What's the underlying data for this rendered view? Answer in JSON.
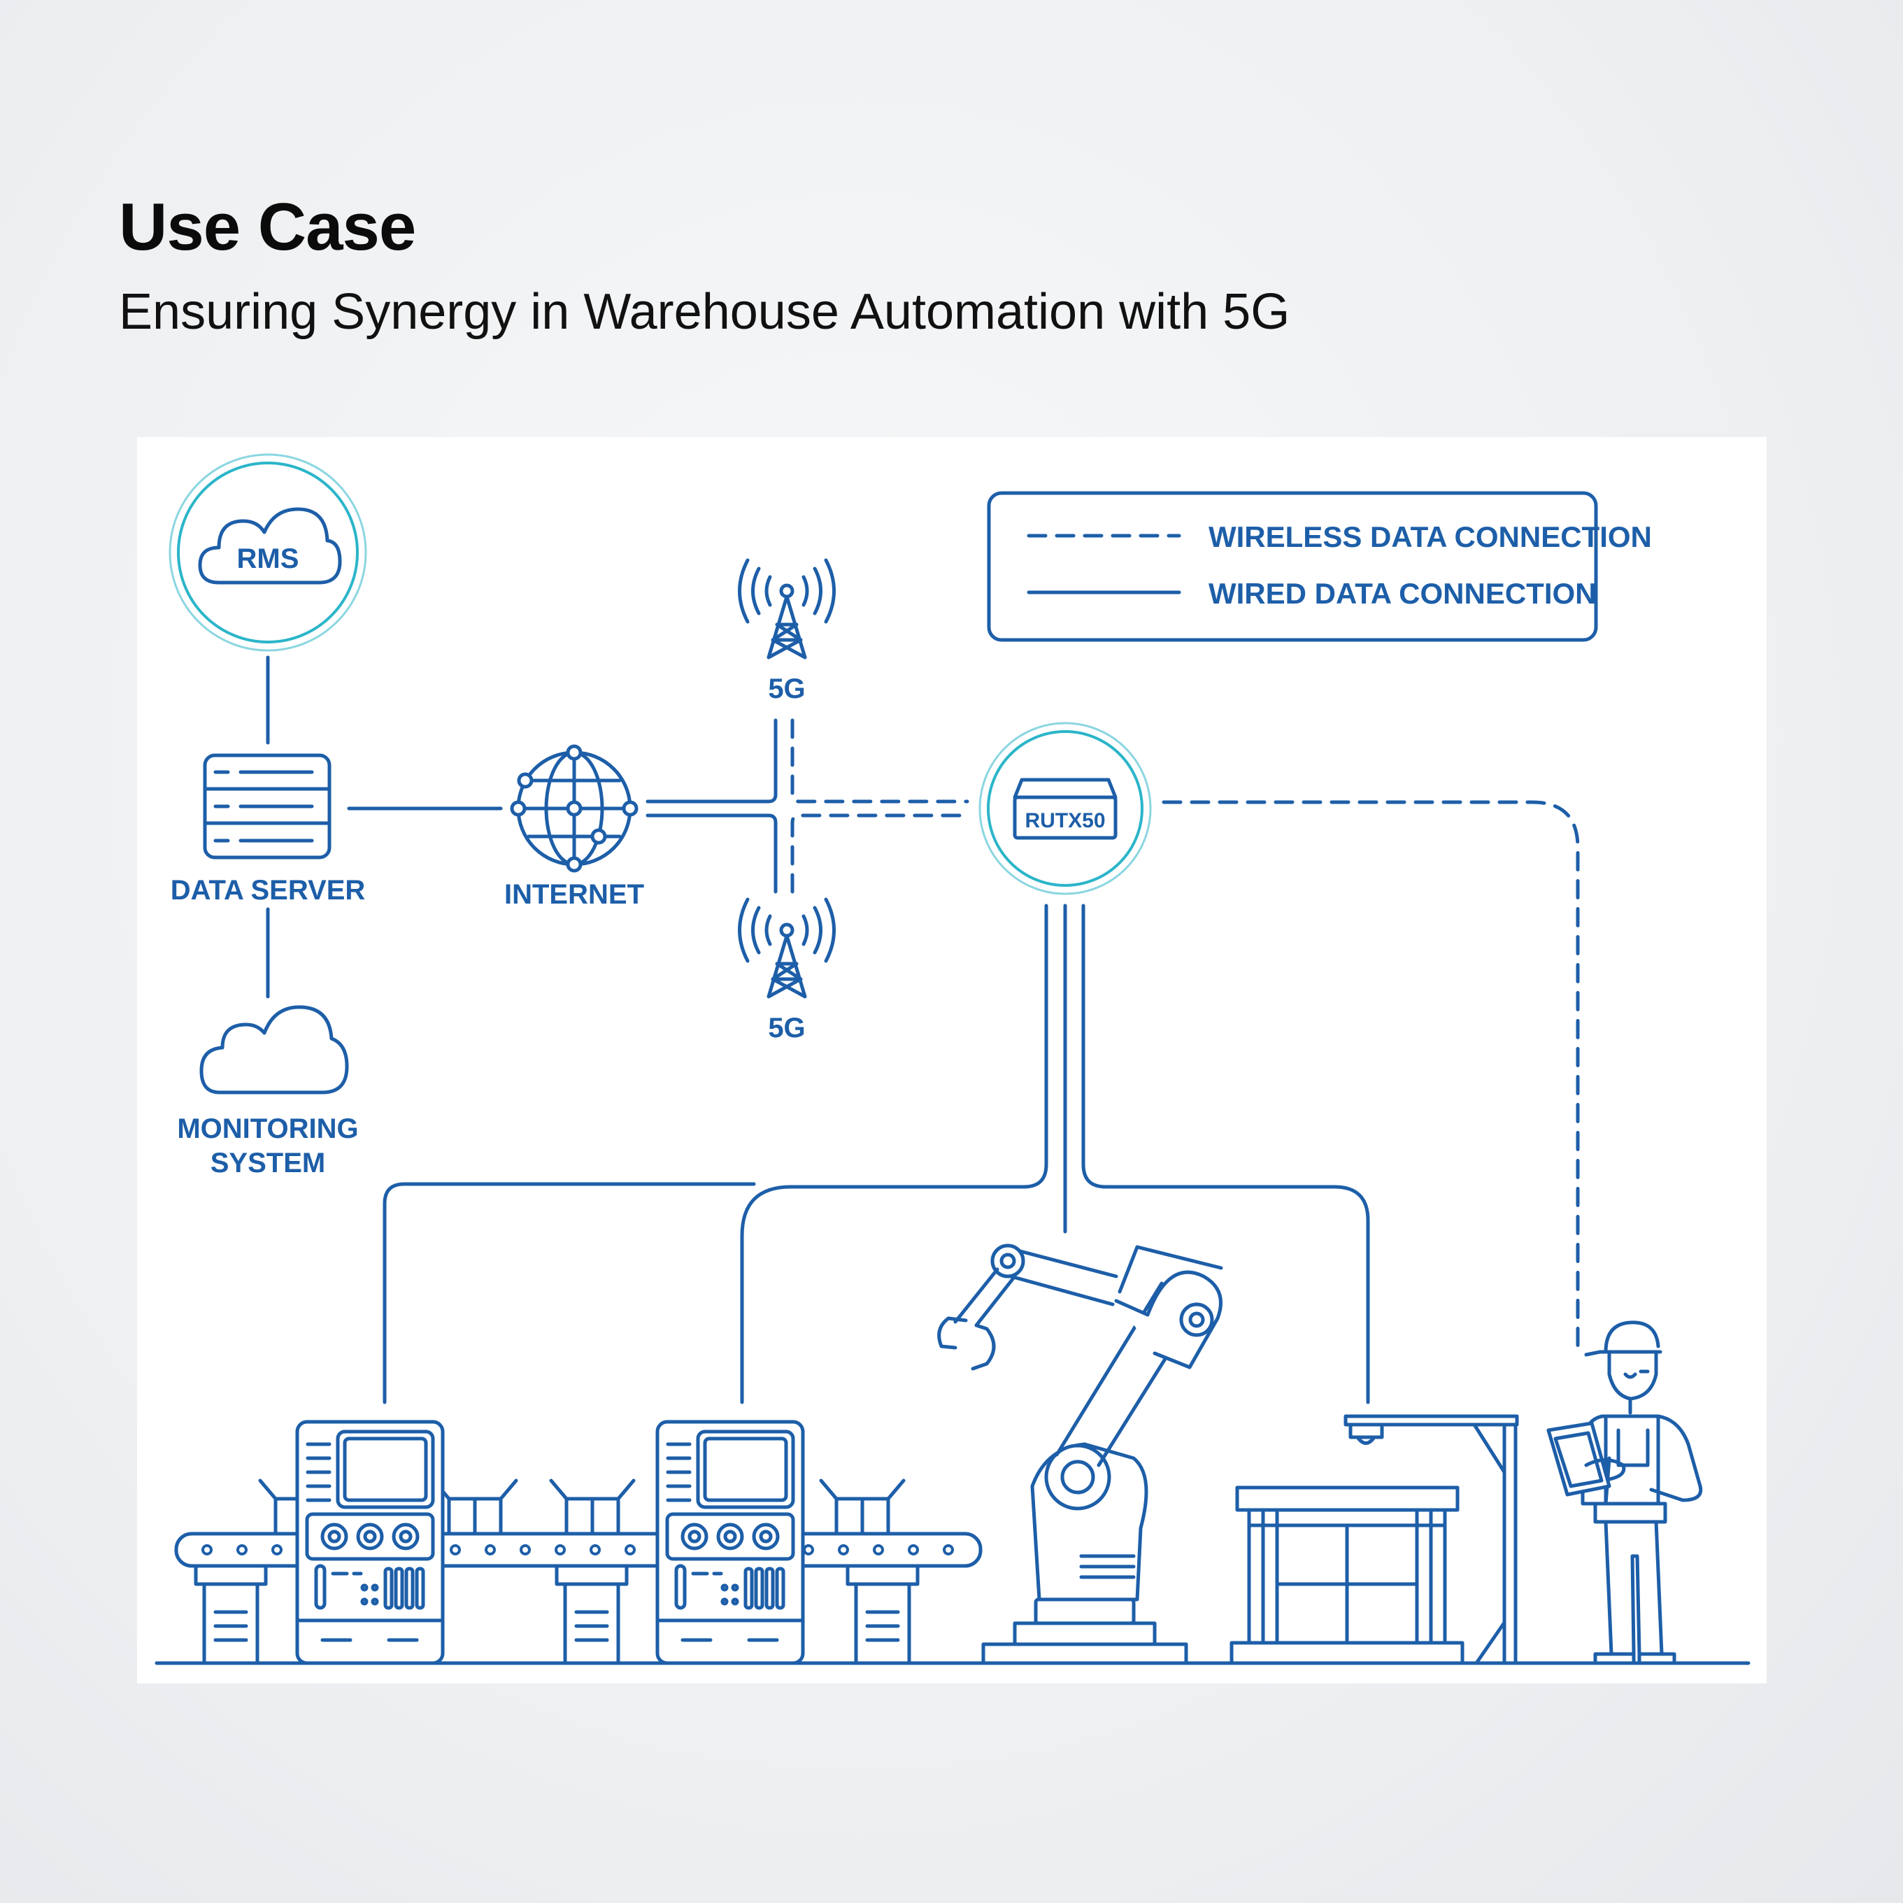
{
  "title": "Use Case",
  "subtitle": "Ensuring Synergy in Warehouse Automation with 5G",
  "colors": {
    "line": "#1d5ea8",
    "accent": "#2bb5c9",
    "panel": "#ffffff",
    "text": "#0b0b0b"
  },
  "legend": {
    "wireless": "WIRELESS DATA CONNECTION",
    "wired": "WIRED DATA CONNECTION"
  },
  "nodes": {
    "rms": "RMS",
    "data_server": "DATA SERVER",
    "internet": "INTERNET",
    "tower_top": "5G",
    "tower_bottom": "5G",
    "router": "RUTX50",
    "monitoring_line1": "MONITORING",
    "monitoring_line2": "SYSTEM"
  },
  "icons": [
    "cloud-icon",
    "server-icon",
    "globe-icon",
    "antenna-tower-icon",
    "router-icon",
    "conveyor-machine-icon",
    "robot-arm-icon",
    "pallet-rack-icon",
    "worker-with-tablet-icon"
  ]
}
